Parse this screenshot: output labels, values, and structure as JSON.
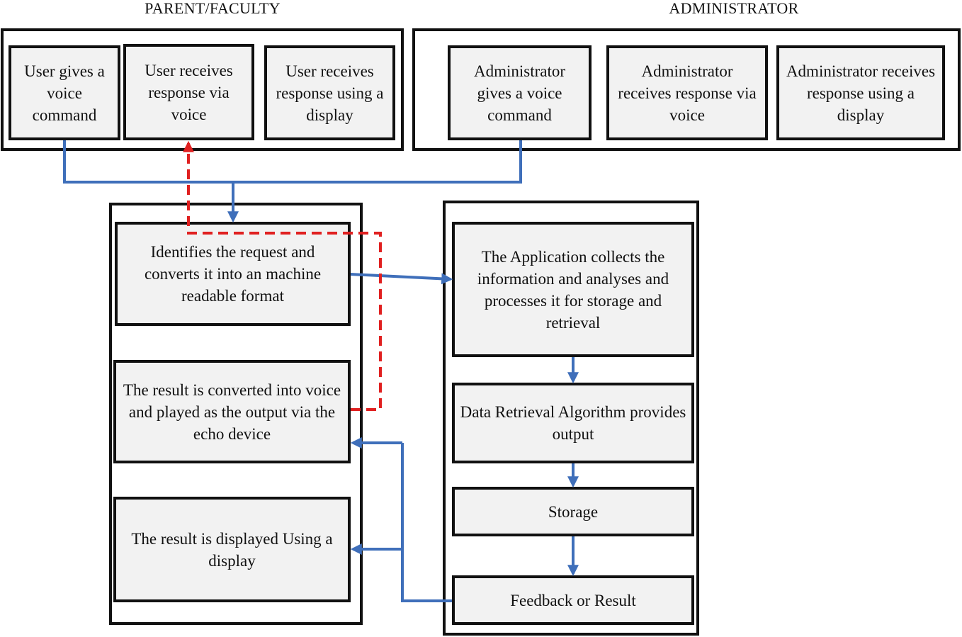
{
  "headings": {
    "parent_faculty": "PARENT/FACULTY",
    "administrator": "ADMINISTRATOR"
  },
  "parent_faculty": {
    "user_voice_command": "User gives a voice command",
    "user_voice_response": "User  receives response via voice",
    "user_display_response": "User receives response using a display"
  },
  "administrator": {
    "admin_voice_command": "Administrator gives a voice command",
    "admin_voice_response": "Administrator receives response via voice",
    "admin_display_response": "Administrator receives response using a display"
  },
  "processing": {
    "identify_request": "Identifies the request and converts it into an machine readable format",
    "voice_output": "The result is converted into voice and played as the output via the echo device",
    "display_output": "The result is displayed Using a display"
  },
  "application": {
    "collect_analyse": "The Application collects the information and analyses and processes it for storage and retrieval",
    "data_retrieval": "Data Retrieval Algorithm provides output",
    "storage": "Storage",
    "feedback": "Feedback or Result"
  },
  "colors": {
    "solid_flow": "#3f6fba",
    "voice_feedback": "#e02020"
  }
}
